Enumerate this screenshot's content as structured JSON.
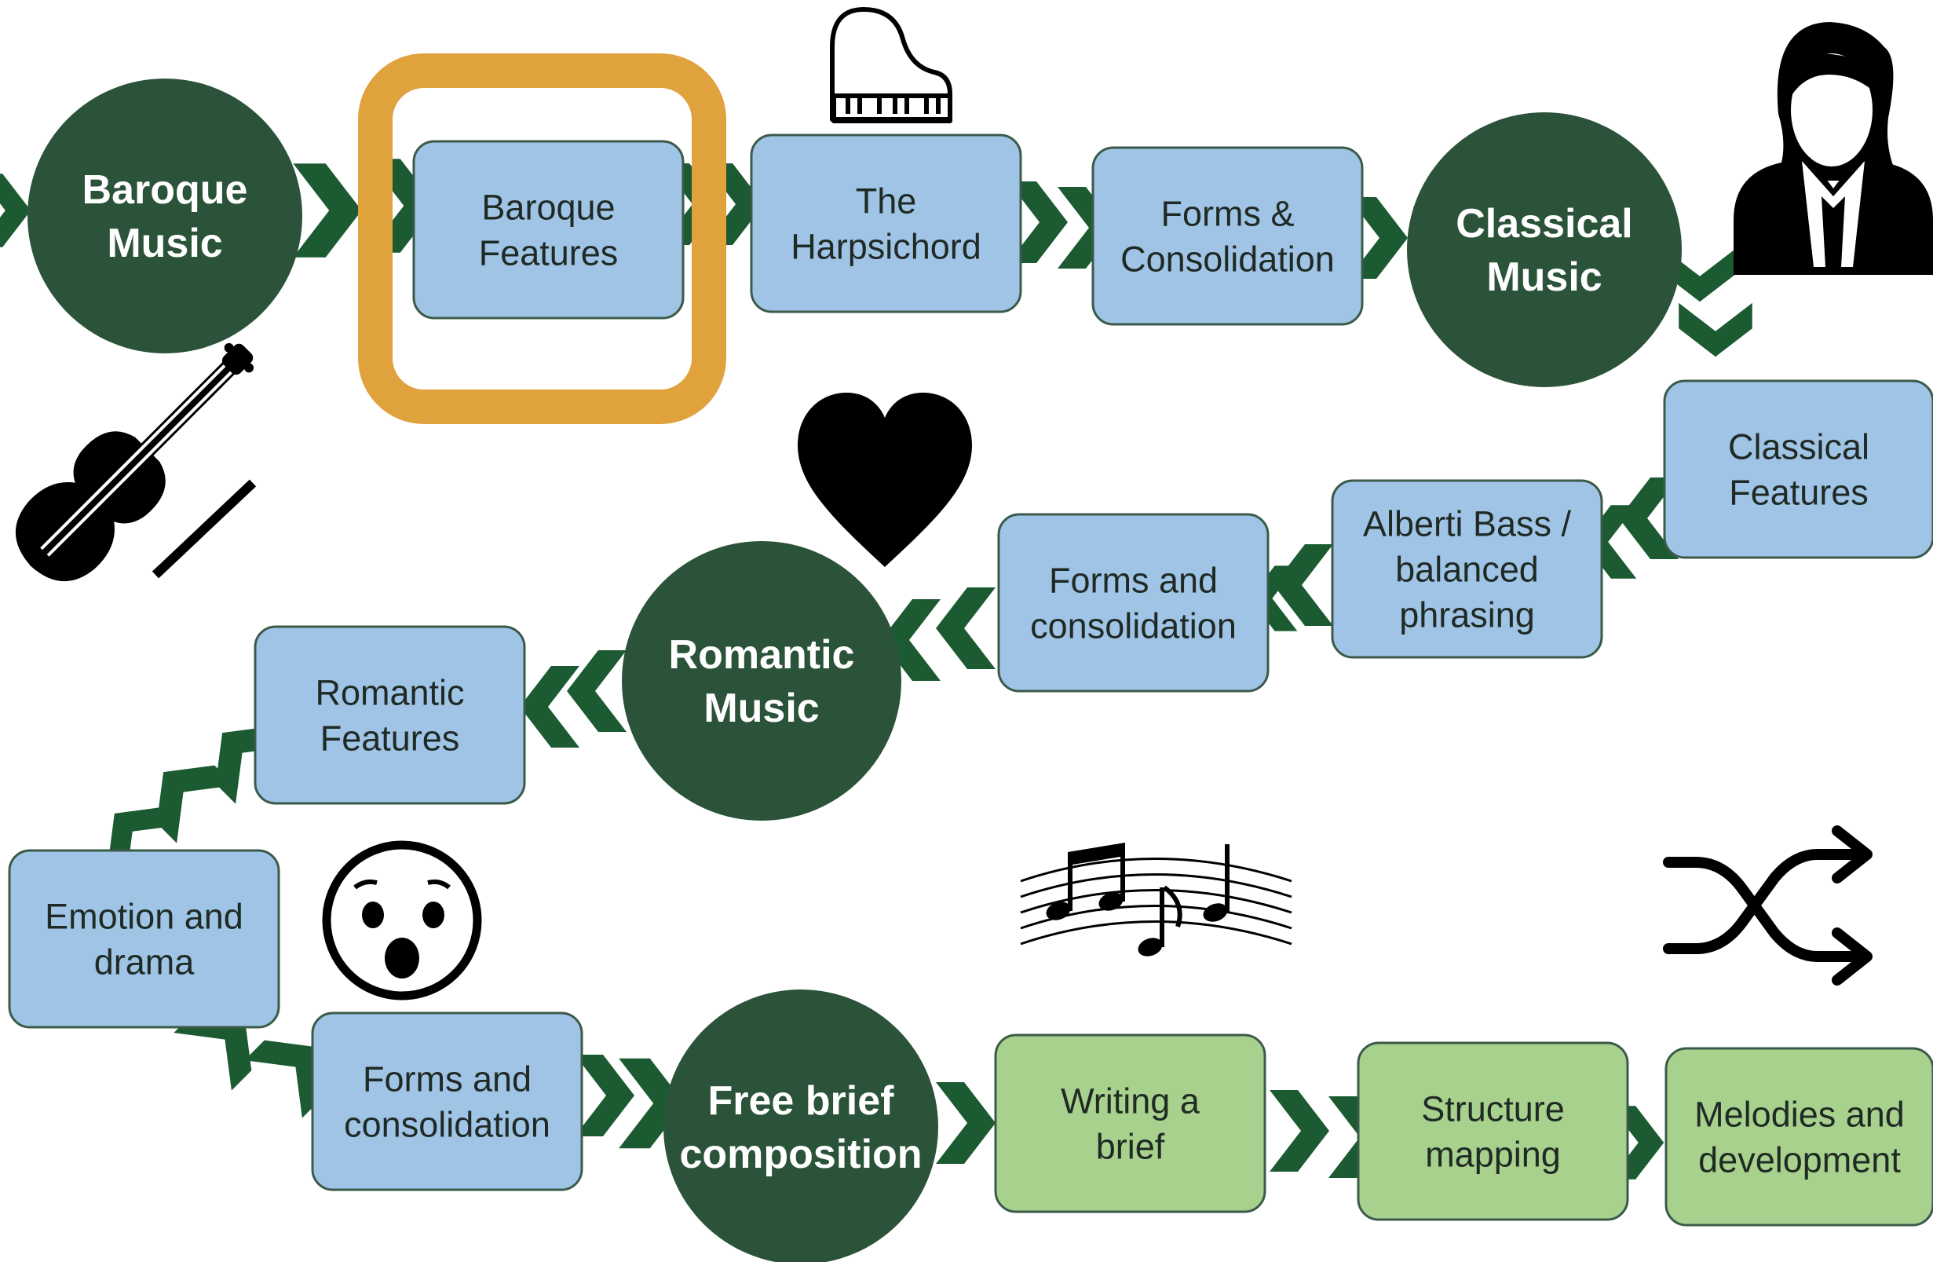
{
  "colors": {
    "circle_fill": "#2b5339",
    "chevron": "#1c5a32",
    "box_blue": "#a0c4e6",
    "box_green": "#a9d18e",
    "box_stroke": "#3b5a4a",
    "highlight": "#e0a23d",
    "icon": "#000000"
  },
  "nodes": [
    {
      "id": "baroque-music",
      "kind": "circle",
      "lines": [
        "Baroque",
        "Music"
      ]
    },
    {
      "id": "baroque-features",
      "kind": "box",
      "color": "blue",
      "lines": [
        "Baroque",
        "Features"
      ],
      "highlighted": true
    },
    {
      "id": "the-harpsichord",
      "kind": "box",
      "color": "blue",
      "lines": [
        "The",
        "Harpsichord"
      ]
    },
    {
      "id": "forms-consolidation-1",
      "kind": "box",
      "color": "blue",
      "lines": [
        "Forms &",
        "Consolidation"
      ]
    },
    {
      "id": "classical-music",
      "kind": "circle",
      "lines": [
        "Classical",
        "Music"
      ]
    },
    {
      "id": "classical-features",
      "kind": "box",
      "color": "blue",
      "lines": [
        "Classical",
        "Features"
      ]
    },
    {
      "id": "alberti-bass",
      "kind": "box",
      "color": "blue",
      "lines": [
        "Alberti Bass /",
        "balanced",
        "phrasing"
      ]
    },
    {
      "id": "forms-consolidation-2",
      "kind": "box",
      "color": "blue",
      "lines": [
        "Forms and",
        "consolidation"
      ]
    },
    {
      "id": "romantic-music",
      "kind": "circle",
      "lines": [
        "Romantic",
        "Music"
      ]
    },
    {
      "id": "romantic-features",
      "kind": "box",
      "color": "blue",
      "lines": [
        "Romantic",
        "Features"
      ]
    },
    {
      "id": "emotion-drama",
      "kind": "box",
      "color": "blue",
      "lines": [
        "Emotion and",
        "drama"
      ]
    },
    {
      "id": "forms-consolidation-3",
      "kind": "box",
      "color": "blue",
      "lines": [
        "Forms and",
        "consolidation"
      ]
    },
    {
      "id": "free-brief",
      "kind": "circle",
      "lines": [
        "Free brief",
        "composition"
      ]
    },
    {
      "id": "writing-brief",
      "kind": "box",
      "color": "green",
      "lines": [
        "Writing a",
        "brief"
      ]
    },
    {
      "id": "structure-mapping",
      "kind": "box",
      "color": "green",
      "lines": [
        "Structure",
        "mapping"
      ]
    },
    {
      "id": "melodies-development",
      "kind": "box",
      "color": "green",
      "lines": [
        "Melodies and",
        "development"
      ]
    }
  ],
  "icons": [
    "piano-icon",
    "violin-icon",
    "person-icon",
    "heart-icon",
    "surprised-face-icon",
    "music-notes-icon",
    "shuffle-icon"
  ]
}
